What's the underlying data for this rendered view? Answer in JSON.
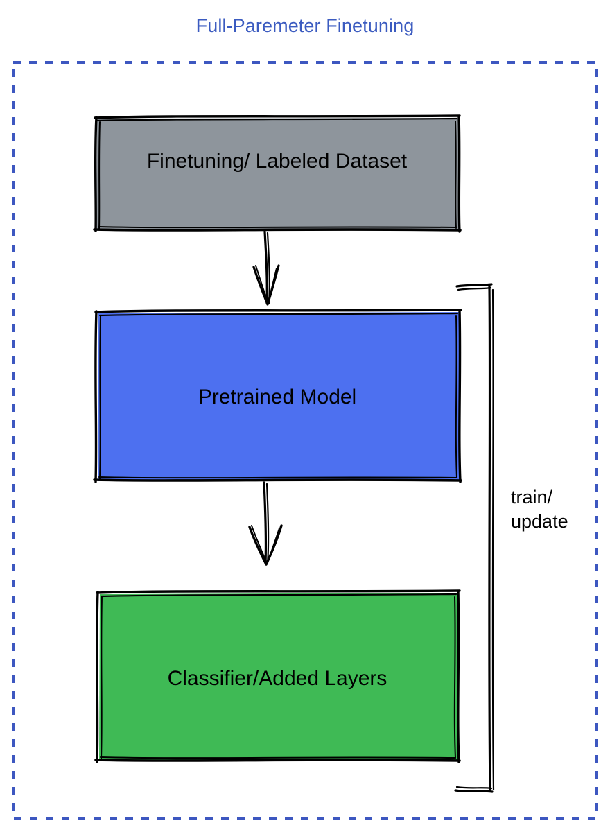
{
  "title": "Full-Paremeter Finetuning",
  "colors": {
    "title_blue": "#3b5bc0",
    "dashed_border_blue": "#3d57c0",
    "dataset_gray": "#8e959c",
    "pretrained_blue": "#4d70f0",
    "classifier_green": "#3fba55",
    "stroke_black": "#000000",
    "background": "#ffffff"
  },
  "container": {
    "name": "dashed-boundary",
    "style": "dashed",
    "stroke": "#3d57c0"
  },
  "nodes": [
    {
      "id": "dataset",
      "label": "Finetuning/ Labeled Dataset",
      "fill": "#8e959c",
      "shape": "rectangle",
      "style": "hand-drawn"
    },
    {
      "id": "pretrained",
      "label": "Pretrained Model",
      "fill": "#4d70f0",
      "shape": "rectangle",
      "style": "hand-drawn"
    },
    {
      "id": "classifier",
      "label": "Classifier/Added Layers",
      "fill": "#3fba55",
      "shape": "rectangle",
      "style": "hand-drawn"
    }
  ],
  "edges": [
    {
      "id": "dataset-to-pretrained",
      "from": "dataset",
      "to": "pretrained",
      "label": "",
      "arrow": "down"
    },
    {
      "id": "pretrained-to-classifier",
      "from": "pretrained",
      "to": "classifier",
      "label": "",
      "arrow": "down"
    },
    {
      "id": "train-update-bracket",
      "from": "classifier",
      "to": "pretrained",
      "label": "train/\nupdate",
      "arrow": "bracket"
    }
  ],
  "labels": {
    "train_update": "train/\nupdate"
  }
}
